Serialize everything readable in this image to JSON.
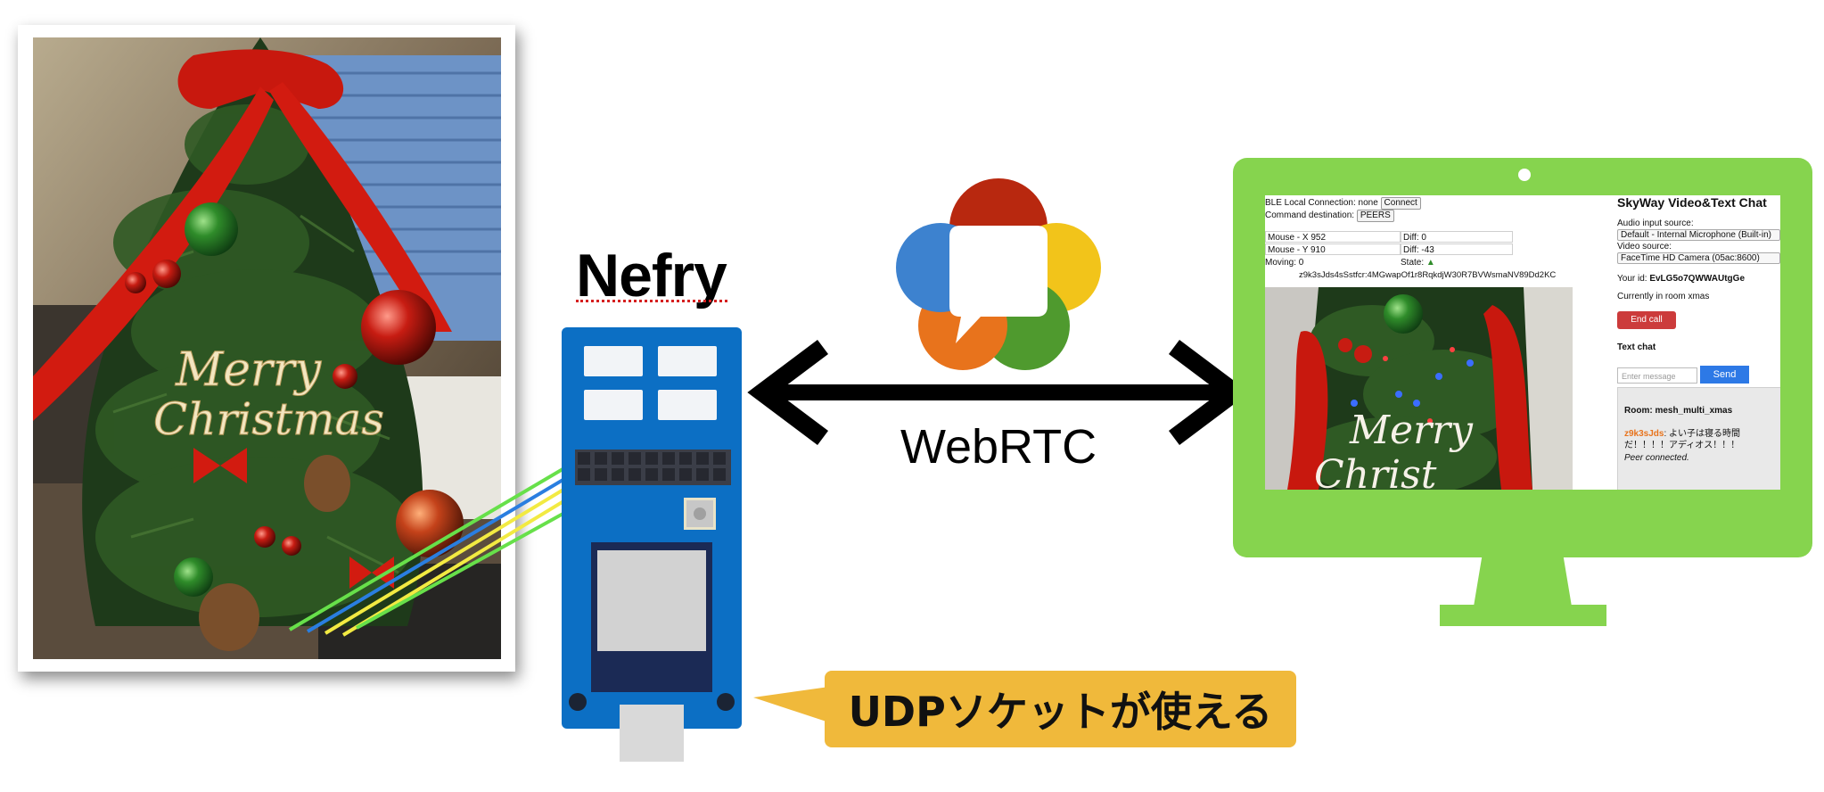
{
  "nefry": {
    "title": "Nefry"
  },
  "webrtc": {
    "label": "WebRTC"
  },
  "callout": {
    "text": "UDPソケットが使える"
  },
  "photo": {
    "ornament_text_line1": "Merry",
    "ornament_text_line2": "Christmas"
  },
  "screen": {
    "ble_label": "BLE Local Connection: none",
    "connect_button": "Connect",
    "cmd_label": "Command destination:",
    "peers_button": "PEERS",
    "mouse_x": "Mouse - X  952",
    "diff1": "Diff:  0",
    "mouse_y": "Mouse - Y  910",
    "diff2": "Diff:  -43",
    "moving": "Moving:  0",
    "state": "State:",
    "peer_id": "z9k3sJds4sSstfcr:4MGwapOf1r8RqkdjW30R7BVWsmaNV89Dd2KC",
    "video_text1": "Merry",
    "video_text2": "Christ",
    "title": "SkyWay Video&Text Chat",
    "audio_label": "Audio input source:",
    "audio_value": "Default - Internal Microphone (Built-in)",
    "video_label": "Video source:",
    "video_value": "FaceTime HD Camera (05ac:8600)",
    "your_id_label": "Your id:",
    "your_id": "EvLG5o7QWWAUtgGe",
    "room_label": "Currently in room xmas",
    "end_call": "End call",
    "text_chat": "Text chat",
    "message_placeholder": "Enter message",
    "send_button": "Send",
    "room_name": "Room: mesh_multi_xmas",
    "chat_user": "z9k3sJds",
    "chat_msg1": ": よい子は寝る時間",
    "chat_msg2": "だ！！！！アディオス！！！",
    "peer_connected": "Peer connected."
  },
  "colors": {
    "monitor_green": "#86d44e",
    "nefry_blue": "#0c6fc4",
    "callout_yellow": "#f0b93b",
    "webrtc_red": "#b8280f",
    "webrtc_yellow": "#f2c41a",
    "webrtc_green": "#4f9a2e",
    "webrtc_orange": "#e8731c",
    "webrtc_blue": "#3d82cf"
  }
}
